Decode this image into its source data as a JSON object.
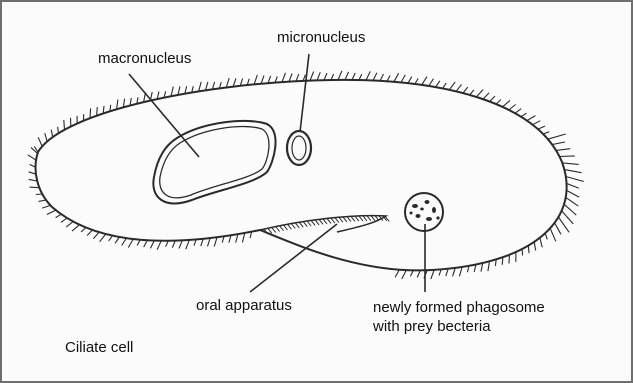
{
  "diagram": {
    "labels": {
      "macronucleus": "macronucleus",
      "micronucleus": "micronucleus",
      "oral_apparatus": "oral apparatus",
      "phagosome_line1": "newly formed phagosome",
      "phagosome_line2": "with prey becteria",
      "caption": "Ciliate  cell"
    },
    "colors": {
      "ink": "#2a2a2a",
      "border": "#6f6f6f",
      "background": "#fbfbfb"
    }
  }
}
